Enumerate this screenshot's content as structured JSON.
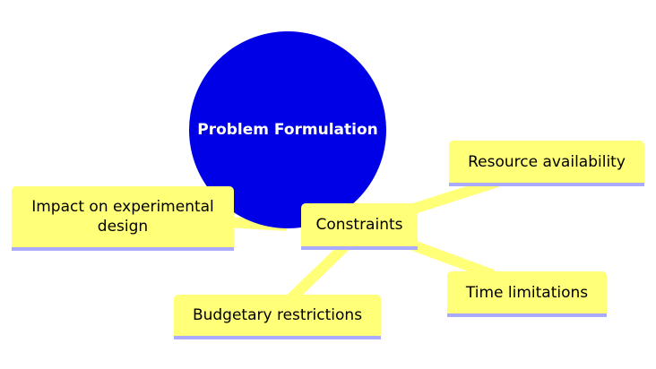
{
  "root": {
    "label": "Problem Formulation"
  },
  "nodes": {
    "impact": "Impact on experimental design",
    "constraints": "Constraints",
    "resource": "Resource availability",
    "time": "Time limitations",
    "budget": "Budgetary restrictions"
  },
  "colors": {
    "root": "#0000e6",
    "node": "#ffff78",
    "edge": "#ffff78",
    "underline": "#aaaaff"
  }
}
